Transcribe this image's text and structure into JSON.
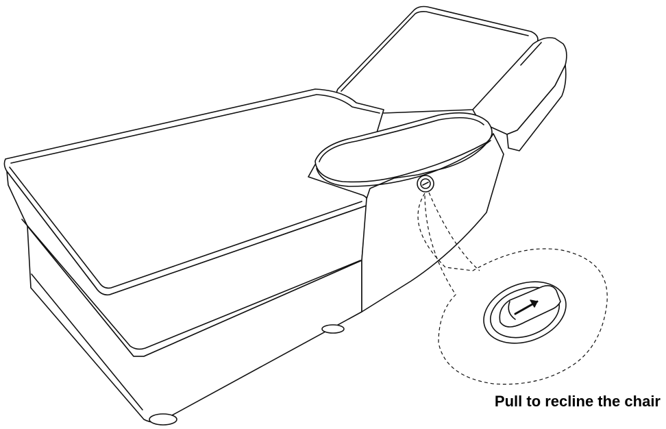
{
  "caption": "Pull to recline the chair",
  "colors": {
    "line": "#111111",
    "background": "#ffffff",
    "text": "#000000"
  },
  "figure": {
    "subject": "chaise-recliner",
    "detail_callout": "recline-pull-handle",
    "arrow_direction": "up-right"
  }
}
